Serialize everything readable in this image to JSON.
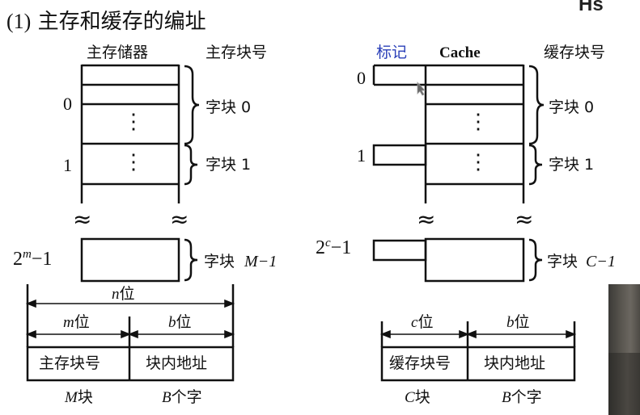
{
  "title": {
    "num": "(1)",
    "text": "主存和缓存的编址"
  },
  "corner_text": "Hs",
  "main_memory": {
    "header": "主存储器",
    "block_no_header": "主存块号",
    "row_labels": [
      "0",
      "1"
    ],
    "last_label_base": "2",
    "last_label_exp": "m",
    "last_label_tail": "−1",
    "blocks": [
      {
        "text": "字块 0"
      },
      {
        "text": "字块 1"
      },
      {
        "text": "字块 ",
        "var": "M−1"
      }
    ],
    "address": {
      "total_var": "n",
      "total_unit": "位",
      "left_var": "m",
      "left_unit": "位",
      "right_var": "b",
      "right_unit": "位",
      "left_field": "主存块号",
      "right_field": "块内地址",
      "left_caption_var": "M",
      "left_caption_unit": "块",
      "right_caption_var": "B",
      "right_caption_unit": "个字"
    }
  },
  "cache": {
    "tag_header": "标记",
    "header": "Cache",
    "block_no_header": "缓存块号",
    "row_labels": [
      "0",
      "1"
    ],
    "last_label_base": "2",
    "last_label_exp": "c",
    "last_label_tail": "−1",
    "blocks": [
      {
        "text": "字块 0"
      },
      {
        "text": "字块 1"
      },
      {
        "text": "字块 ",
        "var": "C−1"
      }
    ],
    "address": {
      "left_var": "c",
      "left_unit": "位",
      "right_var": "b",
      "right_unit": "位",
      "left_field": "缓存块号",
      "right_field": "块内地址",
      "left_caption_var": "C",
      "left_caption_unit": "块",
      "right_caption_var": "B",
      "right_caption_unit": "个字"
    }
  },
  "symbols": {
    "wavy": "≈",
    "dots": "⋮"
  },
  "colors": {
    "tag_header": "#2a3fb8",
    "ink": "#111111"
  }
}
